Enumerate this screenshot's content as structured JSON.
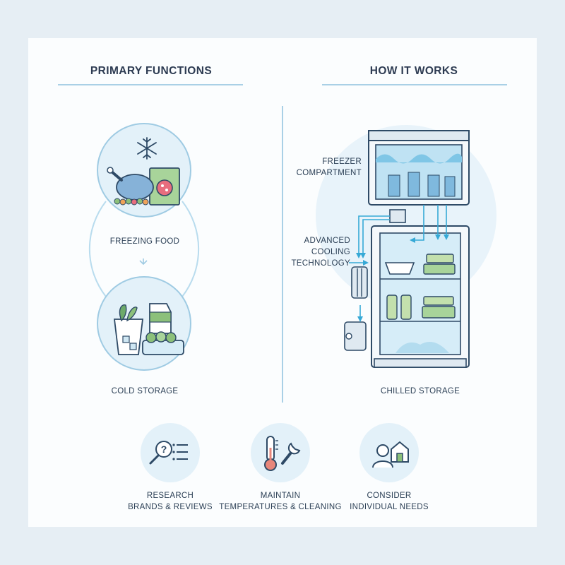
{
  "left_section": {
    "title": "PRIMARY FUNCTIONS",
    "items": [
      {
        "label": "FREEZING FOOD",
        "icon": "frozen-food-icon"
      },
      {
        "label": "COLD STORAGE",
        "icon": "cold-storage-icon"
      }
    ]
  },
  "right_section": {
    "title": "HOW IT WORKS",
    "callouts": {
      "freezer": "FREEZER COMPARTMENT",
      "cooling": "ADVANCED COOLING TECHNOLOGY",
      "chilled": "CHILLED STORAGE"
    }
  },
  "tips": [
    {
      "line1": "RESEARCH",
      "line2": "BRANDS & REVIEWS",
      "icon": "research-icon"
    },
    {
      "line1": "MAINTAIN",
      "line2": "TEMPERATURES & CLEANING",
      "icon": "thermometer-wrench-icon"
    },
    {
      "line1": "CONSIDER",
      "line2": "INDIVIDUAL NEEDS",
      "icon": "person-home-icon"
    }
  ],
  "colors": {
    "accent_line": "#a9d0e6",
    "circle_fill": "#e3f1f9",
    "arrow_blue": "#36a9d6",
    "food_green": "#8cc07a"
  }
}
